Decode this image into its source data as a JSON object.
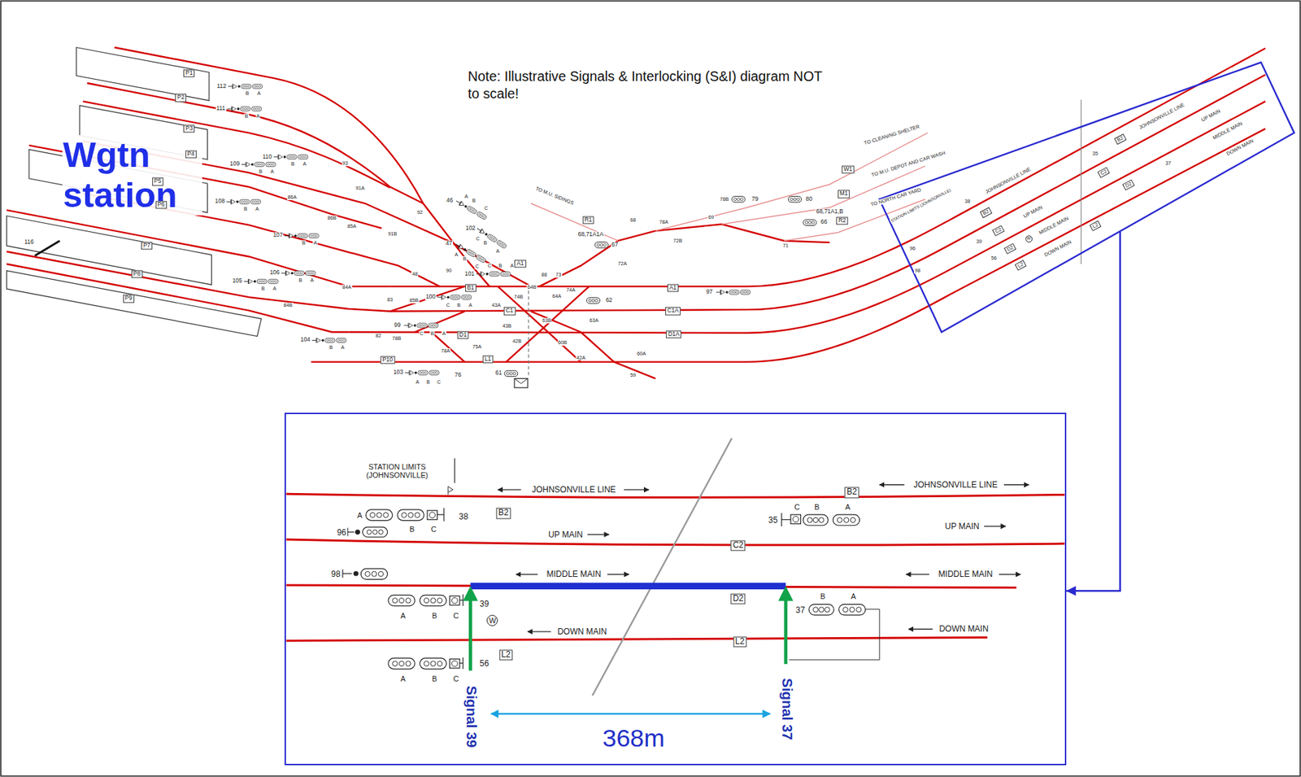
{
  "diagram": {
    "nodes": [
      {
        "text": [
          "STATION LIMITS (JOHNSONVILLE)",
          "JOHNSONVILLE LINE",
          "B2",
          "UP MAIN",
          "C2",
          "MIDDLE MAIN",
          "D2",
          "DOWN MAIN",
          "L2",
          "JOHNSONVILLE LINE",
          "B2",
          "UP MAIN",
          "C2",
          "MIDDLE MAIN",
          "D2",
          "DOWN MAIN",
          "L2",
          "38",
          "96",
          "98",
          "39",
          "W",
          "56",
          "35",
          "37"
        ]
      },
      {
        "text": [
          "STATION LIMITS (JOHNSONVILLE)",
          "JOHNSONVILLE LINE",
          "B2",
          "UP MAIN",
          "C2",
          "MIDDLE MAIN",
          "D2",
          "DOWN MAIN",
          "L2",
          "L2",
          "JOHNSONVILLE LINE",
          "B2",
          "UP MAIN",
          "MIDDLE MAIN",
          "DOWN MAIN",
          "38",
          "96",
          "98",
          "39",
          "W",
          "56",
          "35",
          "37",
          "A",
          "B",
          "C",
          "A",
          "B",
          "C",
          "A",
          "B",
          "C",
          "C",
          "B",
          "A",
          "B",
          "A",
          "Signal 39",
          "Signal 37",
          "368m"
        ]
      }
    ],
    "edges": [
      {
        "from": 0,
        "to": 1,
        "arrow": "to"
      }
    ],
    "labels": [
      "Note: Illustrative Signals & Interlocking (S&I) diagram NOT to scale!",
      "Wgtn station",
      "P1",
      "P2",
      "P3",
      "P4",
      "P5",
      "P6",
      "P7",
      "P8",
      "P9",
      "P10",
      "A1",
      "B1",
      "C1",
      "D1",
      "L1",
      "A1",
      "C1A",
      "D1A",
      "R1",
      "W1",
      "M1",
      "R2",
      "TO CLEANING SHELTER",
      "TO M.U. DEPOT AND CAR WASH",
      "TO NORTH CAR YARD",
      "TO M.U. SIDINGS",
      "112",
      "111",
      "110",
      "109",
      "108",
      "107",
      "106",
      "105",
      "104",
      "116",
      "103",
      "76",
      "101",
      "100",
      "99",
      "102",
      "47",
      "46",
      "97",
      "62",
      "61",
      "67",
      "68,71A1A",
      "68,71A1,B",
      "66",
      "80",
      "79",
      "93",
      "91A",
      "91B",
      "92",
      "86A",
      "86B",
      "85A",
      "84A",
      "84B",
      "83",
      "82",
      "78B",
      "78A",
      "75A",
      "43B",
      "42B",
      "43A",
      "74B",
      "64B",
      "88",
      "73",
      "74A",
      "64A",
      "63B",
      "60B",
      "63A",
      "42A",
      "60A",
      "59",
      "90",
      "48",
      "85B",
      "72A",
      "72B",
      "68",
      "78A",
      "78B",
      "69",
      "71",
      "B",
      "A",
      "B",
      "A",
      "B",
      "A",
      "B",
      "A",
      "B",
      "A",
      "B",
      "A",
      "B",
      "A",
      "B",
      "A",
      "B",
      "A",
      "A",
      "B",
      "C",
      "C",
      "B",
      "A",
      "C",
      "B",
      "A",
      "C",
      "B",
      "A",
      "C",
      "B",
      "A",
      "A",
      "B",
      "C",
      "A",
      "B",
      "C"
    ]
  }
}
